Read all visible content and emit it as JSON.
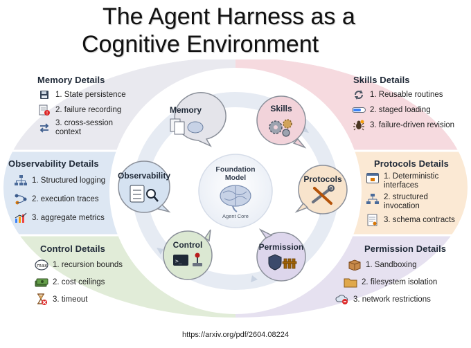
{
  "title": {
    "line1": "The Agent Harness as a",
    "line2": "Cognitive Environment"
  },
  "center": {
    "line1": "Foundation",
    "line2": "Model",
    "sub": "Agent Core"
  },
  "nodes": {
    "memory": "Memory",
    "skills": "Skills",
    "protocols": "Protocols",
    "permission": "Permission",
    "control": "Control",
    "observability": "Observability"
  },
  "panels": {
    "memory": {
      "heading": "Memory Details",
      "items": [
        {
          "text": "1. State persistence",
          "icon": "floppy-disk-icon"
        },
        {
          "text": "2. failure recording",
          "icon": "document-error-icon"
        },
        {
          "text": "3. cross-session context",
          "icon": "swap-arrows-icon"
        }
      ]
    },
    "skills": {
      "heading": "Skills Details",
      "items": [
        {
          "text": "1. Reusable routines",
          "icon": "refresh-icon"
        },
        {
          "text": "2. staged loading",
          "icon": "progress-bar-icon"
        },
        {
          "text": "3. failure-driven revision",
          "icon": "bug-icon"
        }
      ]
    },
    "observability": {
      "heading": "Observability Details",
      "items": [
        {
          "text": "1. Structured logging",
          "icon": "hierarchy-icon"
        },
        {
          "text": "2. execution traces",
          "icon": "trace-path-icon"
        },
        {
          "text": "3. aggregate metrics",
          "icon": "bar-chart-icon"
        }
      ]
    },
    "protocols": {
      "heading": "Protocols Details",
      "items": [
        {
          "text": "1. Deterministic interfaces",
          "icon": "browser-window-icon"
        },
        {
          "text": "2. structured invocation",
          "icon": "network-tree-icon"
        },
        {
          "text": "3. schema contracts",
          "icon": "contract-document-icon"
        }
      ]
    },
    "control": {
      "heading": "Control Details",
      "items": [
        {
          "text": "1. recursion bounds",
          "icon": "max-gauge-icon"
        },
        {
          "text": "2. cost ceilings",
          "icon": "money-stack-icon"
        },
        {
          "text": "3. timeout",
          "icon": "hourglass-icon"
        }
      ]
    },
    "permission": {
      "heading": "Permission Details",
      "items": [
        {
          "text": "1. Sandboxing",
          "icon": "box-icon"
        },
        {
          "text": "2. filesystem isolation",
          "icon": "folder-icon"
        },
        {
          "text": "3. network restrictions",
          "icon": "cloud-blocked-icon"
        }
      ]
    }
  },
  "colors": {
    "memory_panel": "#e9e9ef",
    "skills_panel": "#f6dadf",
    "observability_panel": "#dde7f3",
    "protocols_panel": "#fbe9d4",
    "control_panel": "#e1ecd8",
    "permission_panel": "#e6e1f0",
    "ring": "#eef1f6"
  },
  "footer": {
    "url": "https://arxiv.org/pdf/2604.08224"
  }
}
